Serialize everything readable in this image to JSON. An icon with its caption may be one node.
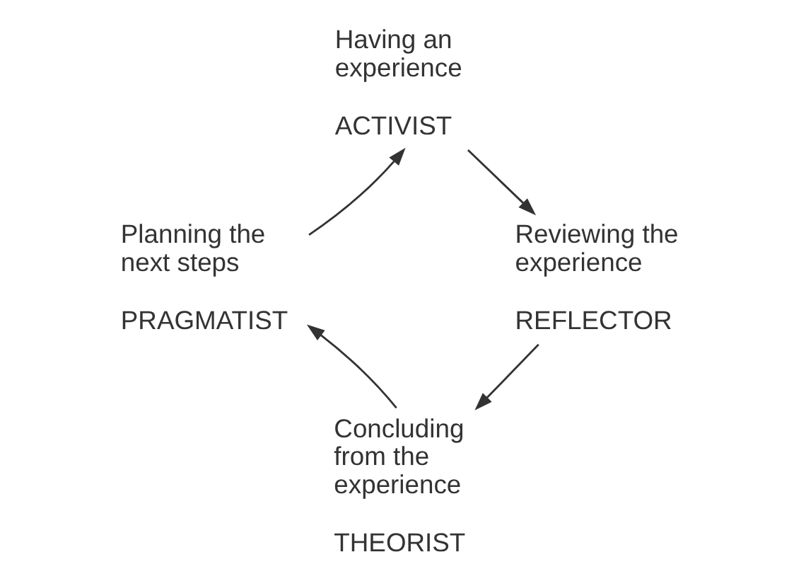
{
  "diagram": {
    "nodes": [
      {
        "text": [
          "Having an experience",
          "ACTIVIST"
        ]
      },
      {
        "text": [
          "Reviewing the experience",
          "REFLECTOR"
        ]
      },
      {
        "text": [
          "Concluding from the experience",
          "THEORIST"
        ]
      },
      {
        "text": [
          "Planning the next steps",
          "PRAGMATIST"
        ]
      }
    ],
    "edges": [
      {
        "from": 0,
        "to": 1,
        "arrow": "to"
      },
      {
        "from": 1,
        "to": 2,
        "arrow": "to"
      },
      {
        "from": 2,
        "to": 3,
        "arrow": "to"
      },
      {
        "from": 3,
        "to": 0,
        "arrow": "to"
      }
    ]
  }
}
